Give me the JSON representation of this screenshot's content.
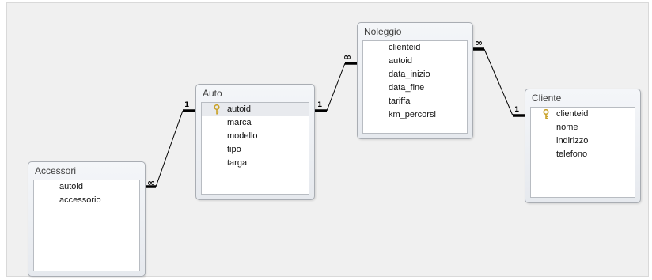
{
  "tables": {
    "accessori": {
      "title": "Accessori",
      "fields": [
        "autoid",
        "accessorio"
      ]
    },
    "auto": {
      "title": "Auto",
      "fields": [
        "autoid",
        "marca",
        "modello",
        "tipo",
        "targa"
      ],
      "primary_key": "autoid"
    },
    "noleggio": {
      "title": "Noleggio",
      "fields": [
        "clienteid",
        "autoid",
        "data_inizio",
        "data_fine",
        "tariffa",
        "km_percorsi"
      ]
    },
    "cliente": {
      "title": "Cliente",
      "fields": [
        "clienteid",
        "nome",
        "indirizzo",
        "telefono"
      ],
      "primary_key": "clienteid"
    }
  },
  "relationships": {
    "auto_accessori": {
      "one": "1",
      "many": "∞"
    },
    "auto_noleggio": {
      "one": "1",
      "many": "∞"
    },
    "cliente_noleggio": {
      "one": "1",
      "many": "∞"
    }
  },
  "icons": {
    "primary_key": "key-icon"
  },
  "colors": {
    "key_icon": "#c9a227",
    "background": "#f0f0f0"
  }
}
